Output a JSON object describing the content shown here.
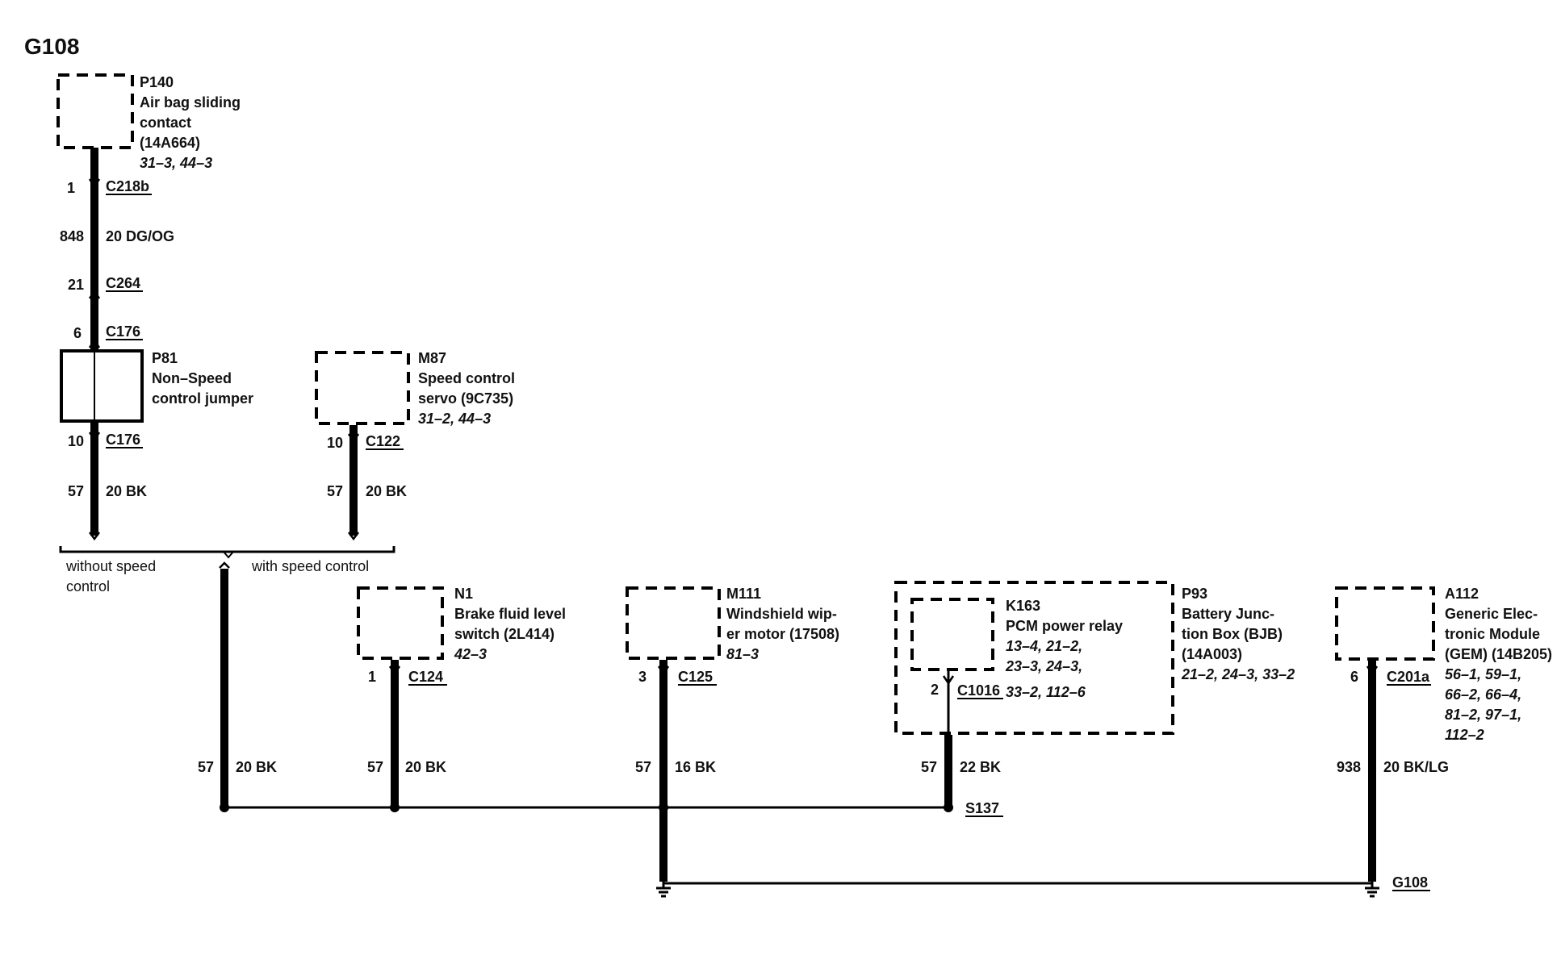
{
  "title": "G108",
  "components": {
    "p140": {
      "id": "P140",
      "name_lines": [
        "Air bag sliding",
        "contact",
        "(14A664)"
      ],
      "refs": "31–3, 44–3"
    },
    "p81": {
      "id": "P81",
      "name_lines": [
        "Non–Speed",
        "control jumper"
      ]
    },
    "m87": {
      "id": "M87",
      "name_lines": [
        "Speed control",
        "servo (9C735)"
      ],
      "refs": "31–2, 44–3"
    },
    "n1": {
      "id": "N1",
      "name_lines": [
        "Brake fluid level",
        "switch (2L414)"
      ],
      "refs": "42–3"
    },
    "m111": {
      "id": "M111",
      "name_lines": [
        "Windshield wip-",
        "er motor (17508)"
      ],
      "refs": "81–3"
    },
    "k163": {
      "id": "K163",
      "name_lines": [
        "PCM power relay"
      ],
      "refs_lines": [
        "13–4, 21–2,",
        "23–3, 24–3,",
        "33–2, 112–6"
      ]
    },
    "p93": {
      "id": "P93",
      "name_lines": [
        "Battery Junc-",
        "tion Box (BJB)",
        "(14A003)"
      ],
      "refs": "21–2, 24–3, 33–2"
    },
    "a112": {
      "id": "A112",
      "name_lines": [
        "Generic Elec-",
        "tronic Module",
        "(GEM) (14B205)"
      ],
      "refs_lines": [
        "56–1, 59–1,",
        "66–2, 66–4,",
        "81–2, 97–1,",
        "112–2"
      ]
    }
  },
  "connectors": {
    "c218b": {
      "pin": "1",
      "name": "C218b"
    },
    "c264": {
      "pin": "21",
      "name": "C264"
    },
    "c176_top": {
      "pin": "6",
      "name": "C176"
    },
    "c176_bottom": {
      "pin": "10",
      "name": "C176"
    },
    "c122": {
      "pin": "10",
      "name": "C122"
    },
    "c124": {
      "pin": "1",
      "name": "C124"
    },
    "c125": {
      "pin": "3",
      "name": "C125"
    },
    "c1016": {
      "pin": "2",
      "name": "C1016"
    },
    "c201a": {
      "pin": "6",
      "name": "C201a"
    }
  },
  "wires": {
    "w_p140": {
      "circuit": "848",
      "spec": "20 DG/OG"
    },
    "w_p81": {
      "circuit": "57",
      "spec": "20 BK"
    },
    "w_m87": {
      "circuit": "57",
      "spec": "20 BK"
    },
    "w_branch": {
      "circuit": "57",
      "spec": "20 BK"
    },
    "w_n1": {
      "circuit": "57",
      "spec": "20 BK"
    },
    "w_m111": {
      "circuit": "57",
      "spec": "16 BK"
    },
    "w_k163": {
      "circuit": "57",
      "spec": "22 BK"
    },
    "w_a112": {
      "circuit": "938",
      "spec": "20 BK/LG"
    }
  },
  "options": {
    "without_lines": [
      "without speed",
      "control"
    ],
    "with_label": "with speed control"
  },
  "splice": {
    "name": "S137"
  },
  "ground": {
    "name": "G108"
  }
}
